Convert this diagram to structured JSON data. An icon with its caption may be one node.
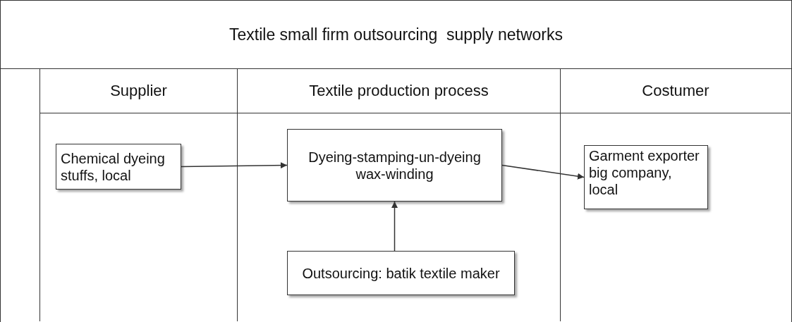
{
  "diagram": {
    "nodes": [
      {
        "text": [
          "Textile small firm outsourcing  supply networks"
        ]
      },
      {
        "text": [
          "Supplier"
        ],
        "in": 0
      },
      {
        "text": [
          "Textile production process"
        ],
        "in": 0
      },
      {
        "text": [
          "Costumer"
        ],
        "in": 0
      },
      {
        "text": [
          "Chemical dyeing stuffs, local"
        ],
        "in": 1
      },
      {
        "text": [
          "Dyeing-stamping-un-dyeing wax-winding"
        ],
        "in": 2
      },
      {
        "text": [
          "Garment exporter big company, local"
        ],
        "in": 3
      },
      {
        "text": [
          "Outsourcing: batik textile maker"
        ],
        "in": 2
      }
    ],
    "edges": [
      {
        "from": 4,
        "to": 5,
        "arrow": "to"
      },
      {
        "from": 5,
        "to": 6,
        "arrow": "to"
      },
      {
        "from": 7,
        "to": 5,
        "arrow": "to"
      }
    ]
  }
}
